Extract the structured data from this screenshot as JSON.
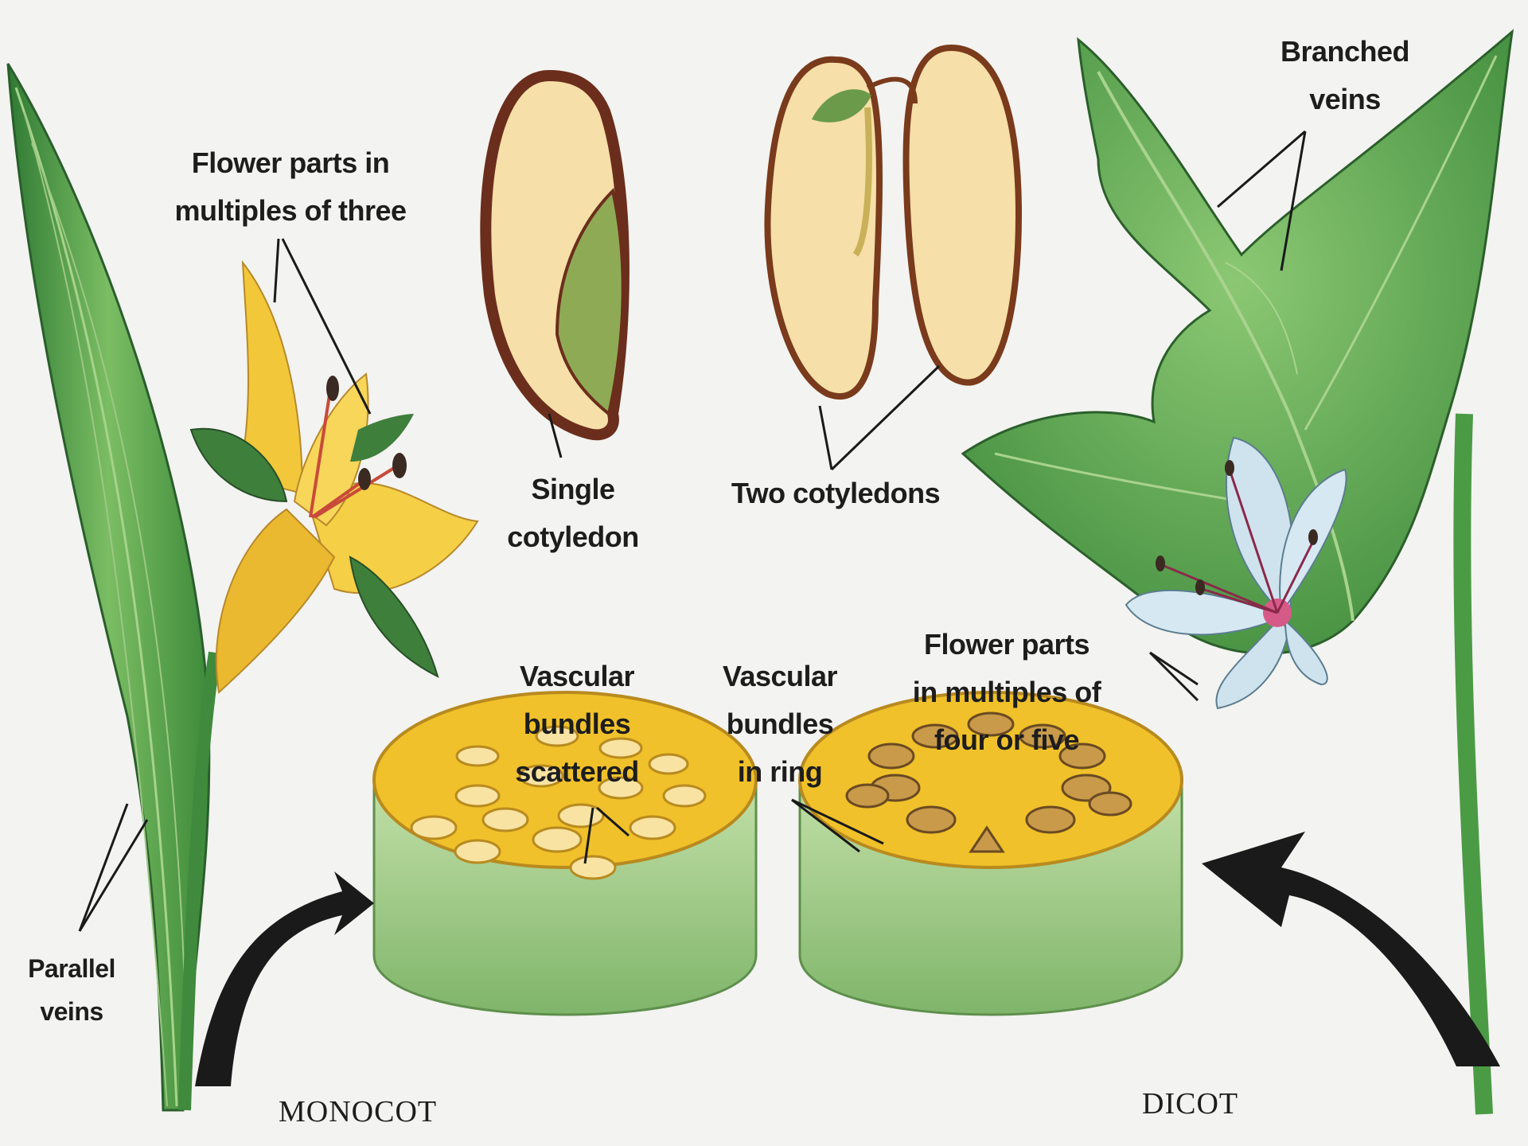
{
  "labels": {
    "flower_monocot": [
      "Flower parts in",
      "multiples of three"
    ],
    "single_cotyledon": [
      "Single",
      "cotyledon"
    ],
    "two_cotyledons": [
      "Two cotyledons"
    ],
    "branched_veins": [
      "Branched",
      "veins"
    ],
    "flower_dicot": [
      "Flower parts",
      "in multiples of",
      "four or five"
    ],
    "vascular_scattered": [
      "Vascular",
      "bundles",
      "scattered"
    ],
    "vascular_ring": [
      "Vascular",
      "bundles",
      "in ring"
    ],
    "parallel_veins": [
      "Parallel",
      "veins"
    ]
  },
  "captions": {
    "monocot": "MONOCOT",
    "dicot": "DICOT"
  },
  "colors": {
    "leaf_green": "#5aa64a",
    "leaf_dark": "#2f6f33",
    "petal_yellow": "#f2c83a",
    "petal_blue": "#cfe3ef",
    "seed_cream": "#f6dfa8",
    "seed_coat": "#6b2e1c",
    "stem_yellow": "#f0c12a",
    "stem_side": "#a9cf8e",
    "arrow": "#1a1a1a"
  }
}
